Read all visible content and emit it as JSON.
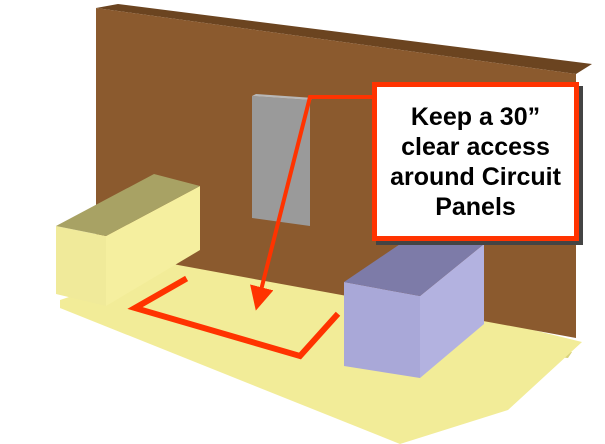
{
  "callout": {
    "lines": [
      "Keep a 30”",
      "clear access",
      "around Circuit",
      "Panels"
    ]
  },
  "colors": {
    "wall_front": "#8b5a2e",
    "wall_top": "#6b4420",
    "floor": "#f2ec98",
    "floor_edge": "#d8d27a",
    "panel": "#9a9a9a",
    "cabinet_left": "#f0ea9a",
    "cabinet_left_top": "#a8a264",
    "cabinet_right": "#a9a8d8",
    "cabinet_right_top": "#7d7ba8",
    "marker": "#ff3300",
    "callout_border": "#ff3300"
  }
}
